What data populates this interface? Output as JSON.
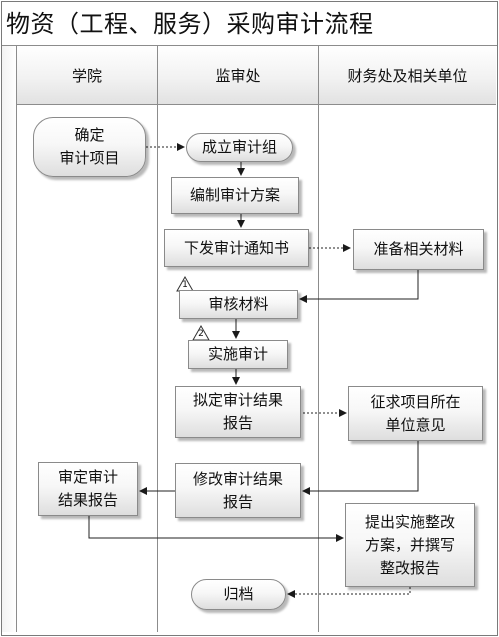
{
  "title": "物资（工程、服务）采购审计流程",
  "lanes": [
    "学院",
    "监审处",
    "财务处及相关单位"
  ],
  "nodes": {
    "confirm_project": "确定\n审计项目",
    "form_group": "成立审计组",
    "make_plan": "编制审计方案",
    "issue_notice": "下发审计通知书",
    "prepare_materials": "准备相关材料",
    "review_materials": "审核材料",
    "conduct_audit": "实施审计",
    "draft_report": "拟定审计结果\n报告",
    "solicit_opinion": "征求项目所在\n单位意见",
    "revise_report": "修改审计结果\n报告",
    "approve_report": "审定审计\n结果报告",
    "rectify_plan": "提出实施整改\n方案，并撰写\n整改报告",
    "archive": "归档"
  },
  "markers": {
    "review_materials": "1",
    "conduct_audit": "2"
  }
}
